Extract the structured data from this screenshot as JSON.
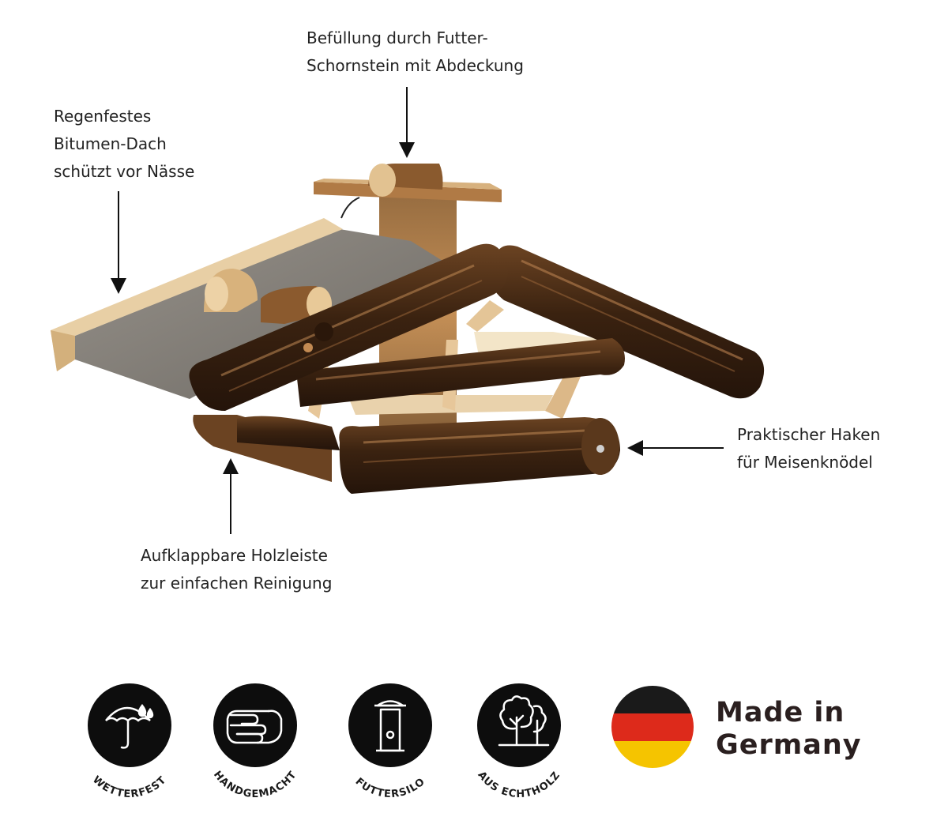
{
  "annotations": {
    "chimney": [
      "Befüllung durch Futter-",
      "Schornstein mit Abdeckung"
    ],
    "roof": [
      "Regenfestes",
      "Bitumen-Dach",
      "schützt vor Nässe"
    ],
    "hook": [
      "Praktischer Haken",
      "für Meisenknödel"
    ],
    "strip": [
      "Aufklappbare Holzleiste",
      "zur einfachen Reinigung"
    ]
  },
  "features": [
    {
      "icon": "umbrella-rain-icon",
      "label": "WETTERFEST"
    },
    {
      "icon": "handshake-icon",
      "label": "HANDGEMACHT"
    },
    {
      "icon": "feeder-silo-icon",
      "label": "FUTTERSILO"
    },
    {
      "icon": "trees-icon",
      "label": "AUS ECHTHOLZ"
    }
  ],
  "origin": {
    "line1": "Made in",
    "line2": "Germany",
    "flag_colors": [
      "#1a1a1a",
      "#dd2a1b",
      "#f5c400"
    ]
  },
  "colors": {
    "badge": "#0d0d0d",
    "wood_dark": "#3a2412",
    "wood_light": "#e3c79b",
    "bitumen": "#8a857c"
  }
}
